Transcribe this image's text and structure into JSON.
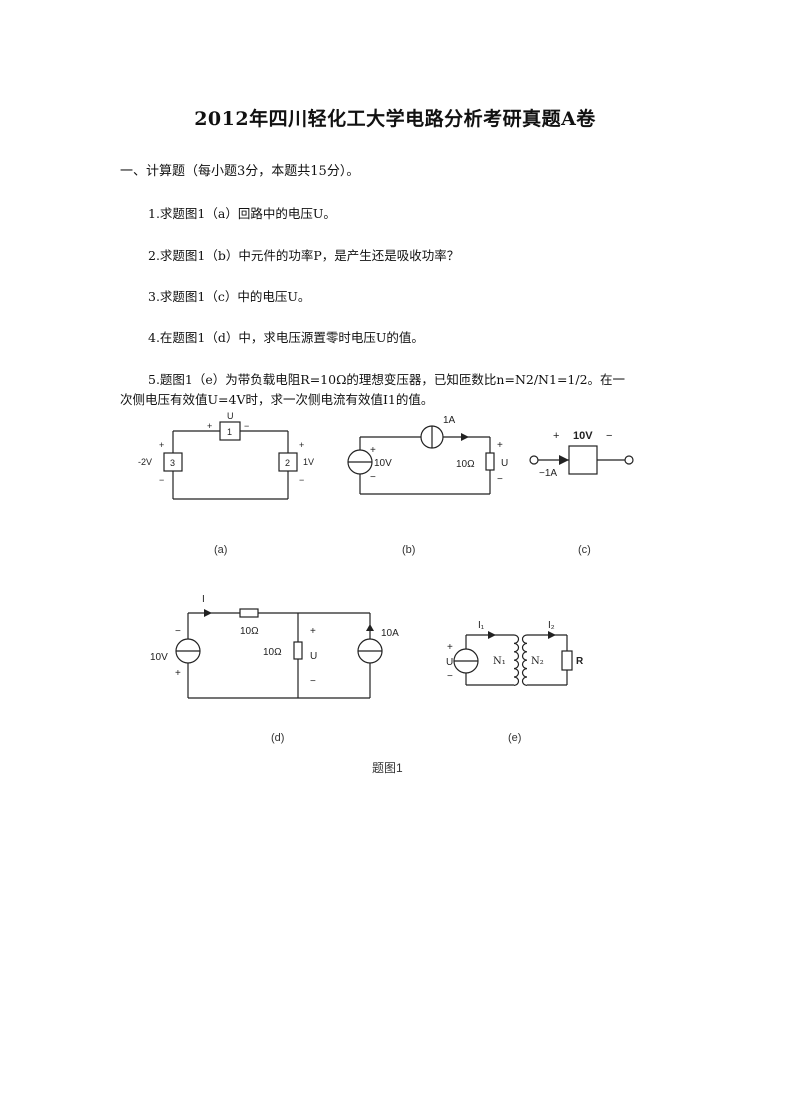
{
  "title": "2012年四川轻化工大学电路分析考研真题A卷",
  "section": "一、计算题（每小题3分，本题共15分）。",
  "questions": [
    "1.求题图1（a）回路中的电压U。",
    "2.求题图1（b）中元件的功率P，是产生还是吸收功率？",
    "3.求题图1（c）中的电压U。",
    "4.在题图1（d）中，求电压源置零时电压U的值。",
    "5.题图1（e）为带负载电阻R=10Ω的理想变压器，已知匝数比n=N2/N1=1/2。在一",
    "次侧电压有效值U=4V时，求一次侧电流有效值I1的值。"
  ],
  "figures": {
    "a": {
      "caption": "(a)",
      "u": "U",
      "e1": "1",
      "e2": "2",
      "e3": "3",
      "v3": "-2V",
      "v2": "1V",
      "plus": "+",
      "minus": "−"
    },
    "b": {
      "caption": "(b)",
      "src_i": "1A",
      "src_v": "10V",
      "r": "10Ω",
      "u": "U",
      "plus": "+",
      "minus": "−"
    },
    "c": {
      "caption": "(c)",
      "v": "10V",
      "i": "−1A",
      "plus": "+",
      "minus": "−"
    },
    "d": {
      "caption": "(d)",
      "i": "I",
      "r1": "10Ω",
      "r2": "10Ω",
      "u": "U",
      "v": "10V",
      "a": "10A",
      "plus": "+",
      "minus": "−"
    },
    "e": {
      "caption": "(e)",
      "i1": "I₁",
      "i2": "I₂",
      "u": "U",
      "n1": "N₁",
      "n2": "N₂",
      "r": "R",
      "plus": "+",
      "minus": "−"
    },
    "caption": "题图1"
  }
}
